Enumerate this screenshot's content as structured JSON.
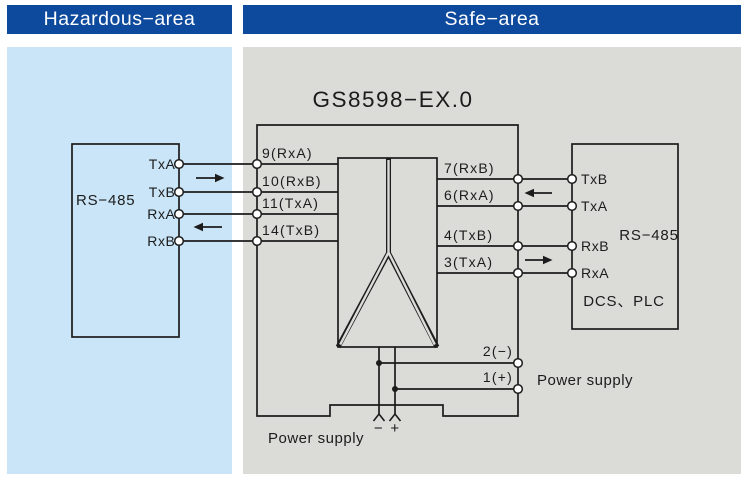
{
  "areas": {
    "hazardous": {
      "title": "Hazardous−area"
    },
    "safe": {
      "title": "Safe−area"
    }
  },
  "barrier": {
    "model": "GS8598−EX.0",
    "hazardous_side_pins": [
      "9(RxA)",
      "10(RxB)",
      "11(TxA)",
      "14(TxB)"
    ],
    "safe_side_pins": [
      "7(RxB)",
      "6(RxA)",
      "4(TxB)",
      "3(TxA)"
    ],
    "power_pins": [
      "2(−)",
      "1(+)"
    ]
  },
  "field_device": {
    "label": "RS−485",
    "terminals": [
      "TxA",
      "TxB",
      "RxA",
      "RxB"
    ]
  },
  "control_system": {
    "label": "RS−485",
    "sublabel": "DCS、PLC",
    "terminals": [
      "TxB",
      "TxA",
      "RxB",
      "RxA"
    ]
  },
  "power": {
    "bottom_label": "Power supply",
    "right_label": "Power supply",
    "minus": "−",
    "plus": "+"
  },
  "colors": {
    "header_bg": "#0d499c",
    "header_text": "#ffffff",
    "hazardous_bg": "#c9e5f7",
    "safe_bg": "#dbdbd8",
    "line": "#1c1c1c"
  }
}
